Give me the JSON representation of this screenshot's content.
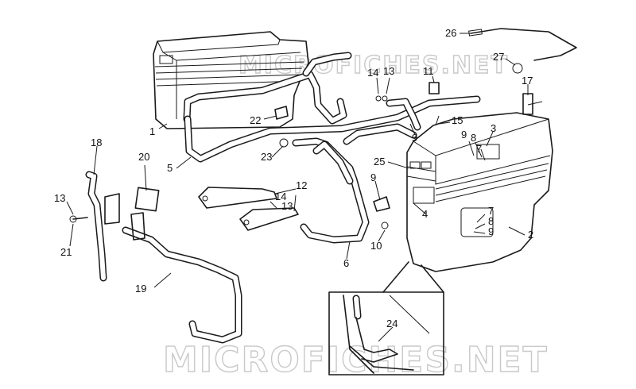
{
  "watermark": {
    "top": "MICROFICHES.NET",
    "bottom": "MICROFICHES.NET"
  },
  "callouts": [
    {
      "id": "c26",
      "text": "26"
    },
    {
      "id": "c27",
      "text": "27"
    },
    {
      "id": "c17",
      "text": "17"
    },
    {
      "id": "c11",
      "text": "11"
    },
    {
      "id": "c14a",
      "text": "14"
    },
    {
      "id": "c13a",
      "text": "13"
    },
    {
      "id": "c15",
      "text": "15"
    },
    {
      "id": "c22",
      "text": "22"
    },
    {
      "id": "c1",
      "text": "1"
    },
    {
      "id": "c9a",
      "text": "9"
    },
    {
      "id": "c9b",
      "text": "9"
    },
    {
      "id": "c8a",
      "text": "8"
    },
    {
      "id": "c7a",
      "text": "7"
    },
    {
      "id": "c3",
      "text": "3"
    },
    {
      "id": "c18",
      "text": "18"
    },
    {
      "id": "c20",
      "text": "20"
    },
    {
      "id": "c5",
      "text": "5"
    },
    {
      "id": "c23",
      "text": "23"
    },
    {
      "id": "c25",
      "text": "25"
    },
    {
      "id": "c9c",
      "text": "9"
    },
    {
      "id": "c12",
      "text": "12"
    },
    {
      "id": "c14b",
      "text": "14"
    },
    {
      "id": "c13b",
      "text": "13"
    },
    {
      "id": "c4",
      "text": "4"
    },
    {
      "id": "c7b",
      "text": "7"
    },
    {
      "id": "c8b",
      "text": "8"
    },
    {
      "id": "c9d",
      "text": "9"
    },
    {
      "id": "c2",
      "text": "2"
    },
    {
      "id": "c13c",
      "text": "13"
    },
    {
      "id": "c21",
      "text": "21"
    },
    {
      "id": "c10",
      "text": "10"
    },
    {
      "id": "c6",
      "text": "6"
    },
    {
      "id": "c19",
      "text": "19"
    },
    {
      "id": "c24",
      "text": "24"
    }
  ]
}
